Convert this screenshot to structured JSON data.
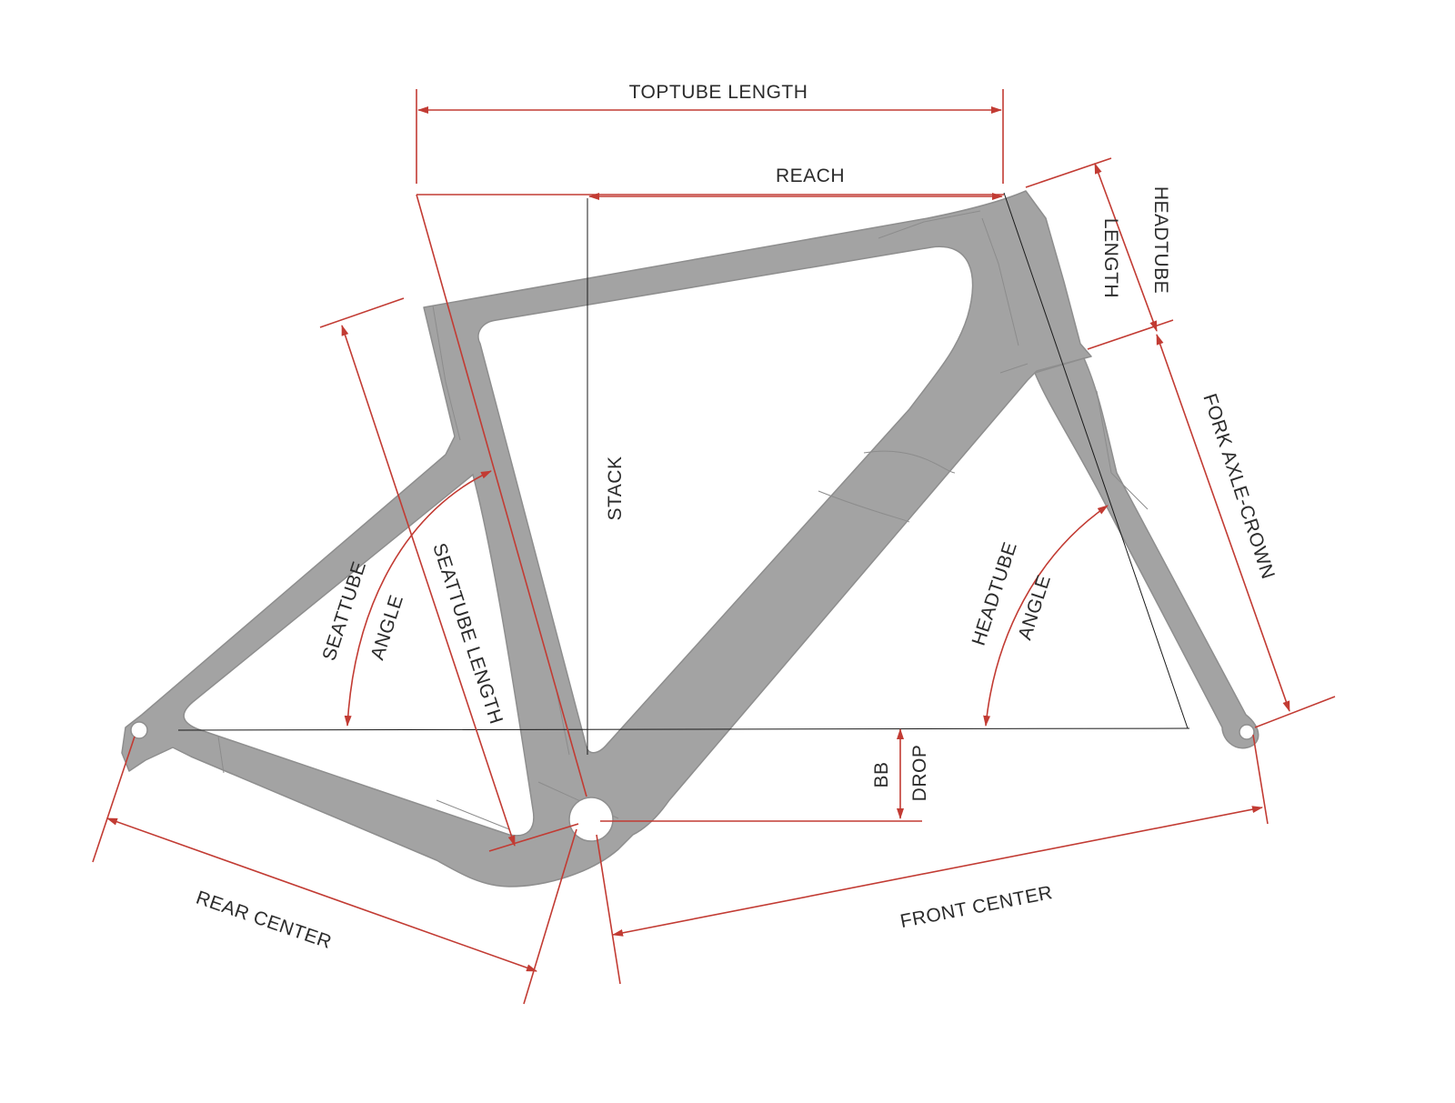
{
  "diagram": {
    "colors": {
      "frame": "#a3a3a3",
      "dimension_line": "#c23b33",
      "reference_line": "#1a1a1a",
      "label_text": "#2b2b2b",
      "background": "#ffffff"
    },
    "labels": {
      "toptube_length": "TOPTUBE LENGTH",
      "reach": "REACH",
      "headtube": "HEADTUBE",
      "length": "LENGTH",
      "fork_axle_crown": "FORK AXLE-CROWN",
      "stack": "STACK",
      "seattube": "SEATTUBE",
      "seattube_angle_word": "ANGLE",
      "seattube_length": "SEATTUBE LENGTH",
      "headtube_angle_word1": "HEADTUBE",
      "headtube_angle_word2": "ANGLE",
      "bb": "BB",
      "drop": "DROP",
      "rear_center": "REAR CENTER",
      "front_center": "FRONT CENTER"
    }
  }
}
